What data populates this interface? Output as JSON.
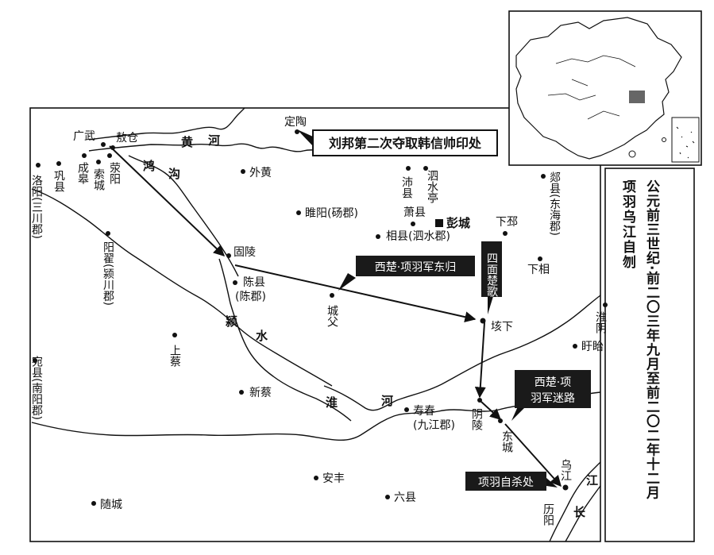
{
  "title_vertical": "项羽乌江自刎（公元前三世纪·前二〇三年九月至前二〇二年十二月）",
  "title_col1": "项羽乌江自刎",
  "title_col2": "公元前三世纪·前二〇三年九月至前二〇二年十二月",
  "places": {
    "guangwu": "广武",
    "aocang": "敖仓",
    "dingtao": "定陶",
    "luoyang": "洛阳(三川郡)",
    "gongxian": "巩县",
    "chenggao": "成皋",
    "suocheng": "索城",
    "xingyang": "荥阳",
    "waihuang": "外黄",
    "suiyang": "睢阳(砀郡)",
    "peixian": "沛县",
    "sishuiting": "泗水亭",
    "xiaoxian": "萧县",
    "pengcheng": "彭城",
    "xiangxian": "相县(泗水郡)",
    "xiapi": "下邳",
    "tanxian": "郯县(东海郡)",
    "xiaxiang": "下相",
    "guling": "固陵",
    "chenxian": "陈县(陈郡)",
    "yangdi": "阳翟(颍川郡)",
    "chengfu": "城父",
    "gaixia": "垓下",
    "huaiyin": "淮阴",
    "xuyi": "盱眙",
    "shangcai": "上蔡",
    "wanxian": "宛县(南阳郡)",
    "xincai": "新蔡",
    "shouchun": "寿春(九江郡)",
    "yinling": "阴陵",
    "dongcheng": "东城",
    "anfeng": "安丰",
    "liuxian": "六县",
    "suicheng": "随城",
    "wujiang": "乌江",
    "liyang": "历阳"
  },
  "rivers": {
    "huanghe_1": "黄",
    "huanghe_2": "河",
    "honggou_1": "鸿",
    "honggou_2": "沟",
    "yingshui_1": "颍",
    "yingshui_2": "水",
    "huaihe_1": "淮",
    "huaihe_2": "河",
    "changjiang_1": "长",
    "changjiang_2": "江"
  },
  "callouts": {
    "liubang": "刘邦第二次夺取韩信帅印处",
    "donggui": "西楚·项羽军东归",
    "simian": "四面楚歌",
    "milu": "西楚·项羽军迷路",
    "zisha": "项羽自杀处"
  },
  "colors": {
    "ink": "#111111",
    "callout_bg": "#1a1a1a",
    "callout_text": "#ffffff",
    "china_highlight": "#666666"
  }
}
